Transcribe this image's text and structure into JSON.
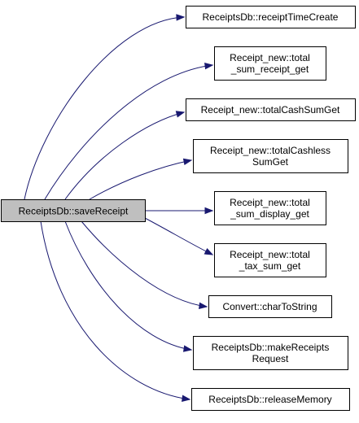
{
  "root": {
    "label": "ReceiptsDb::saveReceipt"
  },
  "callees": [
    {
      "lines": [
        "ReceiptsDb::receiptTimeCreate"
      ]
    },
    {
      "lines": [
        "Receipt_new::total",
        "_sum_receipt_get"
      ]
    },
    {
      "lines": [
        "Receipt_new::totalCashSumGet"
      ]
    },
    {
      "lines": [
        "Receipt_new::totalCashless",
        "SumGet"
      ]
    },
    {
      "lines": [
        "Receipt_new::total",
        "_sum_display_get"
      ]
    },
    {
      "lines": [
        "Receipt_new::total",
        "_tax_sum_get"
      ]
    },
    {
      "lines": [
        "Convert::charToString"
      ]
    },
    {
      "lines": [
        "ReceiptsDb::makeReceipts",
        "Request"
      ]
    },
    {
      "lines": [
        "ReceiptsDb::releaseMemory"
      ]
    }
  ],
  "colors": {
    "edge": "#191970",
    "root_fill": "#bfbfbf",
    "node_fill": "#ffffff",
    "node_stroke": "#000000"
  }
}
